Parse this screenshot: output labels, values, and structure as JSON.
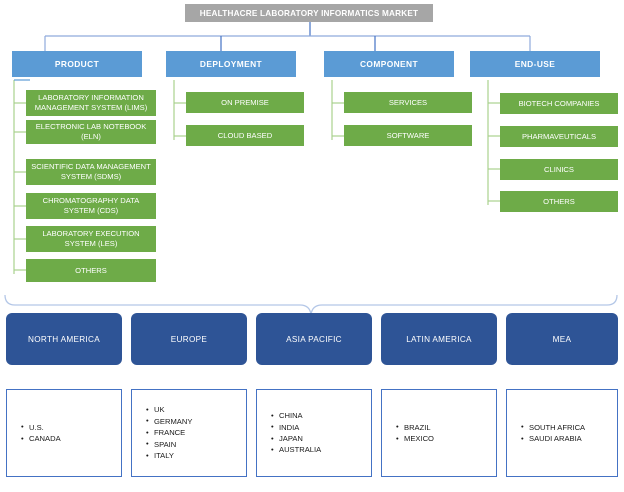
{
  "diagram": {
    "title": "HEALTHACRE LABORATORY INFORMATICS MARKET",
    "segmentation": [
      {
        "category": "PRODUCT",
        "items": [
          "LABORATORY INFORMATION MANAGEMENT SYSTEM (LIMS)",
          "ELECTRONIC LAB NOTEBOOK (ELN)",
          "SCIENTIFIC DATA MANAGEMENT SYSTEM (SDMS)",
          "CHROMATOGRAPHY DATA SYSTEM (CDS)",
          "LABORATORY EXECUTION SYSTEM (LES)",
          "OTHERS"
        ]
      },
      {
        "category": "DEPLOYMENT",
        "items": [
          "ON PREMISE",
          "CLOUD BASED"
        ]
      },
      {
        "category": "COMPONENT",
        "items": [
          "SERVICES",
          "SOFTWARE"
        ]
      },
      {
        "category": "END-USE",
        "items": [
          "BIOTECH COMPANIES",
          "PHARMAVEUTICALS",
          "CLINICS",
          "OTHERS"
        ]
      }
    ],
    "regions": [
      {
        "name": "NORTH AMERICA",
        "countries": [
          "U.S.",
          "CANADA"
        ]
      },
      {
        "name": "EUROPE",
        "countries": [
          "UK",
          "GERMANY",
          "FRANCE",
          "SPAIN",
          "ITALY"
        ]
      },
      {
        "name": "ASIA PACIFIC",
        "countries": [
          "CHINA",
          "INDIA",
          "JAPAN",
          "AUSTRALIA"
        ]
      },
      {
        "name": "LATIN AMERICA",
        "countries": [
          "BRAZIL",
          "MEXICO"
        ]
      },
      {
        "name": "MEA",
        "countries": [
          "SOUTH AFRICA",
          "SAUDI ARABIA"
        ]
      }
    ]
  },
  "colors": {
    "title_bar": "#a6a6a6",
    "category_blue": "#5b9bd5",
    "leaf_green": "#6eab48",
    "region_navy": "#2e5496",
    "country_border": "#4472c4",
    "brace_blue": "#b4c7e7",
    "connector_blue": "#8faadc",
    "connector_green": "#a9d18e"
  }
}
